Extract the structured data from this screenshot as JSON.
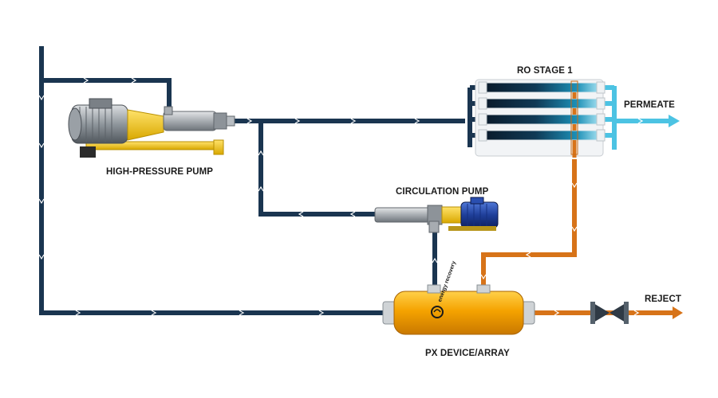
{
  "labels": {
    "ro_stage": "RO STAGE 1",
    "permeate": "PERMEATE",
    "high_pressure_pump": "HIGH-PRESSURE PUMP",
    "circulation_pump": "CIRCULATION PUMP",
    "reject": "REJECT",
    "px_device": "PX DEVICE/ARRAY",
    "logo_text": "energy recovery"
  },
  "colors": {
    "low_pressure_feed": "#1a3550",
    "high_pressure_brine": "#d77318",
    "permeate": "#4cc3e3",
    "px_body": "#f5a300",
    "pump_guard": "#f0c419",
    "circ_motor": "#1f3f9a"
  },
  "icons": {
    "high_pressure_pump": "pump-motor-icon",
    "circulation_pump": "pump-motor-icon",
    "ro_vessels": "membrane-vessels-icon",
    "px_device": "pressure-exchanger-icon",
    "reject_valve": "valve-icon"
  }
}
